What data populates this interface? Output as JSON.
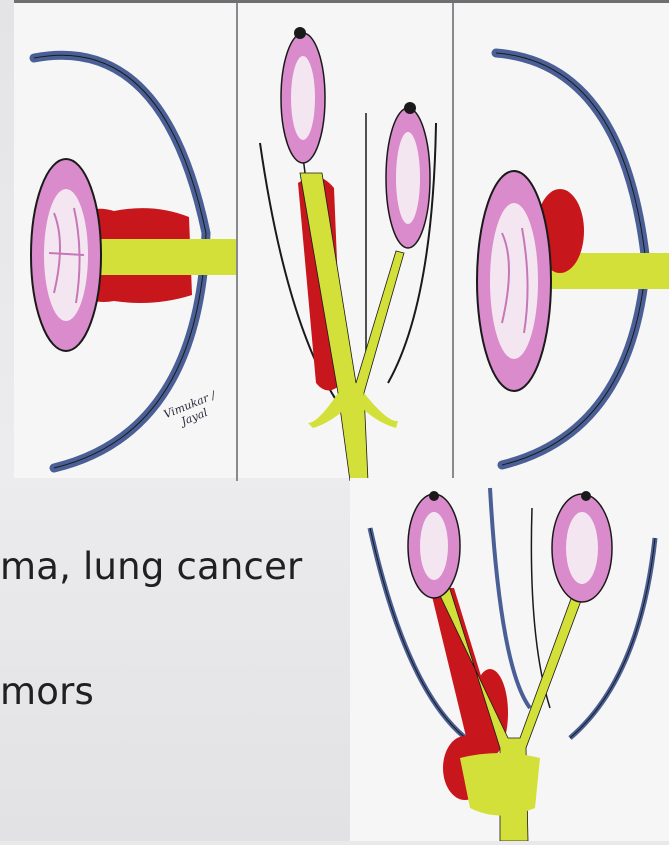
{
  "slide": {
    "bullets": [
      {
        "text": "ma, lung cancer"
      },
      {
        "text": "mors"
      }
    ]
  },
  "figure": {
    "signature": "Vimukar / Jayal",
    "colors": {
      "lymph_node": "#d98bcc",
      "lymph_node_inner": "#f4e6f1",
      "artery_red": "#c8161d",
      "bronchus_yellow": "#d4e03a",
      "pleura_blue": "#4a5f95",
      "outline": "#1a1a1a"
    },
    "panels": [
      {
        "id": "panel-1",
        "description_icon": "hilar-node-compression-icon"
      },
      {
        "id": "panel-2",
        "description_icon": "bronchial-branch-tumor-icon"
      },
      {
        "id": "panel-3",
        "description_icon": "extrinsic-mass-icon"
      },
      {
        "id": "panel-4",
        "description_icon": "bronchial-bifurcation-tumor-icon"
      }
    ]
  }
}
